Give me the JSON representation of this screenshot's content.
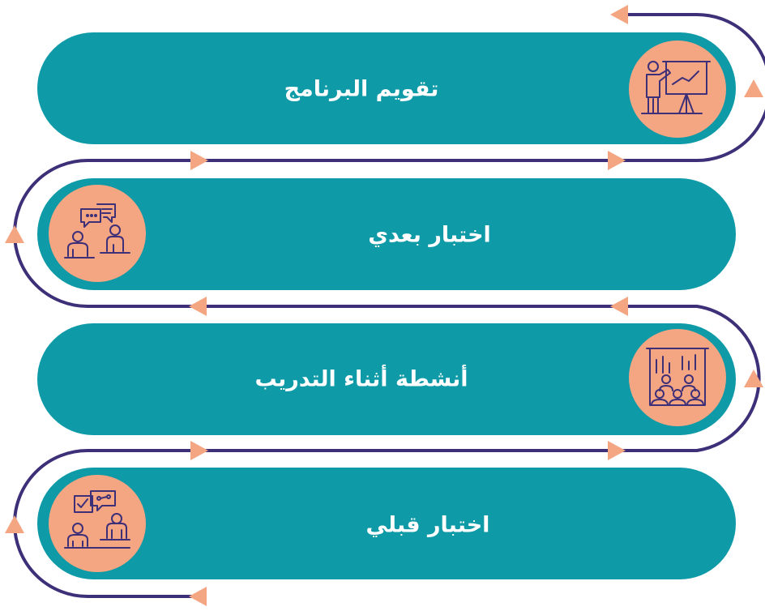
{
  "steps": [
    {
      "label": "تقويم البرنامج",
      "icon": "presentation-board-icon"
    },
    {
      "label": "اختبار بعدي",
      "icon": "discussion-icon"
    },
    {
      "label": "أنشطة أثناء التدريب",
      "icon": "training-session-icon"
    },
    {
      "label": "اختبار قبلي",
      "icon": "test-checklist-icon"
    }
  ],
  "colors": {
    "pill": "#0e9aa7",
    "circle": "#f4a582",
    "connector": "#3d2f78",
    "arrow": "#f4a582",
    "icon_stroke": "#3d2f78",
    "text": "#ffffff"
  }
}
